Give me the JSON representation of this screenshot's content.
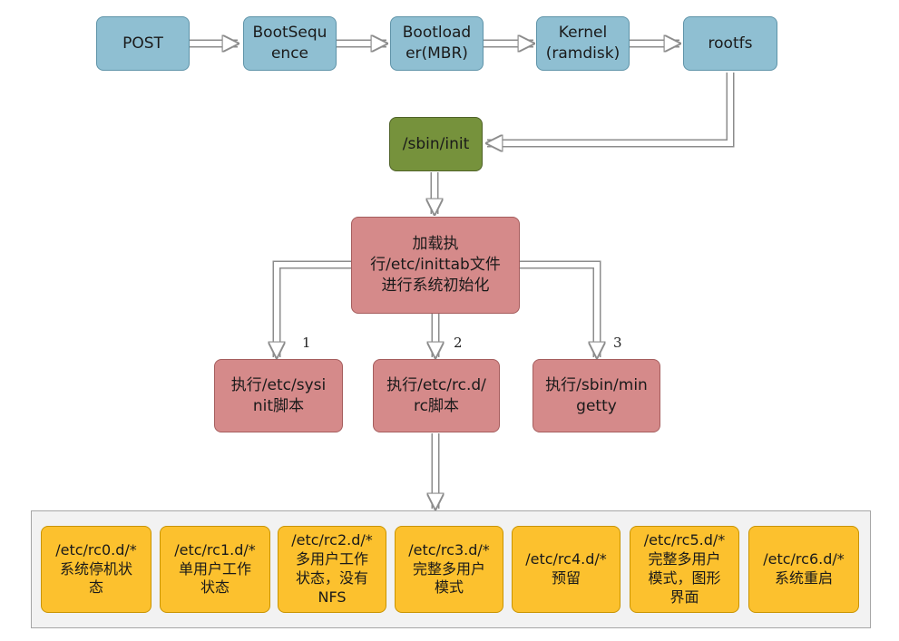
{
  "colors": {
    "blue": "#8fbfd2",
    "green": "#76923c",
    "red": "#d58a8a",
    "yellow": "#fcc12e",
    "arrow": "#a6a6a6"
  },
  "stages": {
    "post": "POST",
    "boot_sequence": "BootSequ\nence",
    "bootloader": "Bootload\ner(MBR)",
    "kernel": "Kernel\n(ramdisk)",
    "rootfs": "rootfs"
  },
  "init": "/sbin/init",
  "inittab": "加载执\n行/etc/inittab文件\n进行系统初始化",
  "branches": [
    {
      "num": "1",
      "label": "执行/etc/sysi\nnit脚本"
    },
    {
      "num": "2",
      "label": "执行/etc/rc.d/\nrc脚本"
    },
    {
      "num": "3",
      "label": "执行/sbin/min\ngetty"
    }
  ],
  "runlevels": [
    "/etc/rc0.d/*\n系统停机状\n态",
    "/etc/rc1.d/*\n单用户工作\n状态",
    "/etc/rc2.d/*\n多用户工作\n状态，没有\nNFS",
    "/etc/rc3.d/*\n完整多用户\n模式",
    "/etc/rc4.d/*\n预留",
    "/etc/rc5.d/*\n完整多用户\n模式，图形\n界面",
    "/etc/rc6.d/*\n系统重启"
  ]
}
